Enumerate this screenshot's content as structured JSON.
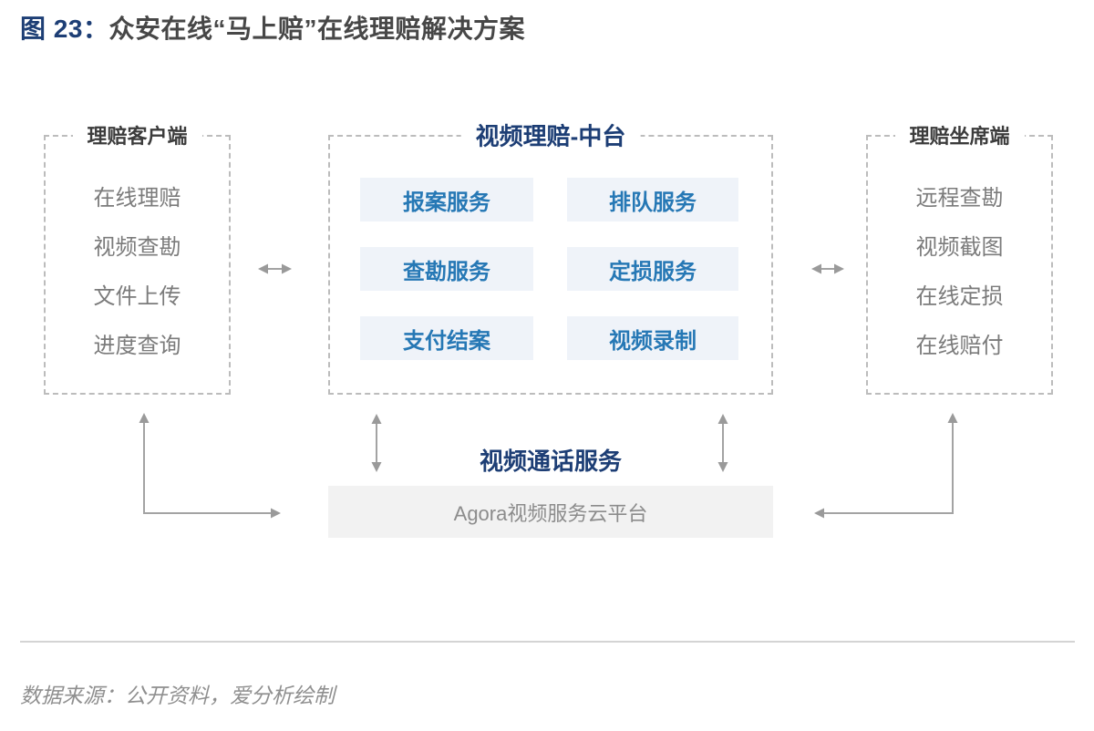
{
  "page_title": {
    "figure_label": "图 23：",
    "title_text": "众安在线“马上赔”在线理赔解决方案"
  },
  "diagram": {
    "client_panel": {
      "title": "理赔客户端",
      "items": [
        "在线理赔",
        "视频查勘",
        "文件上传",
        "进度查询"
      ]
    },
    "platform_panel": {
      "title": "视频理赔-中台",
      "services": [
        "报案服务",
        "排队服务",
        "查勘服务",
        "定损服务",
        "支付结案",
        "视频录制"
      ]
    },
    "agent_panel": {
      "title": "理赔坐席端",
      "items": [
        "远程查勘",
        "视频截图",
        "在线定损",
        "在线赔付"
      ]
    },
    "video_call_service": {
      "title": "视频通话服务",
      "provider": "Agora视频服务云平台"
    }
  },
  "footer": {
    "source_note": "数据来源：公开资料，爱分析绘制"
  },
  "colors": {
    "accent_navy": "#1d3e75",
    "chip_text_blue": "#2678b5",
    "chip_bg": "#eff3f9",
    "arrow_gray": "#9a9a9a",
    "agora_bg": "#f2f2f2"
  }
}
